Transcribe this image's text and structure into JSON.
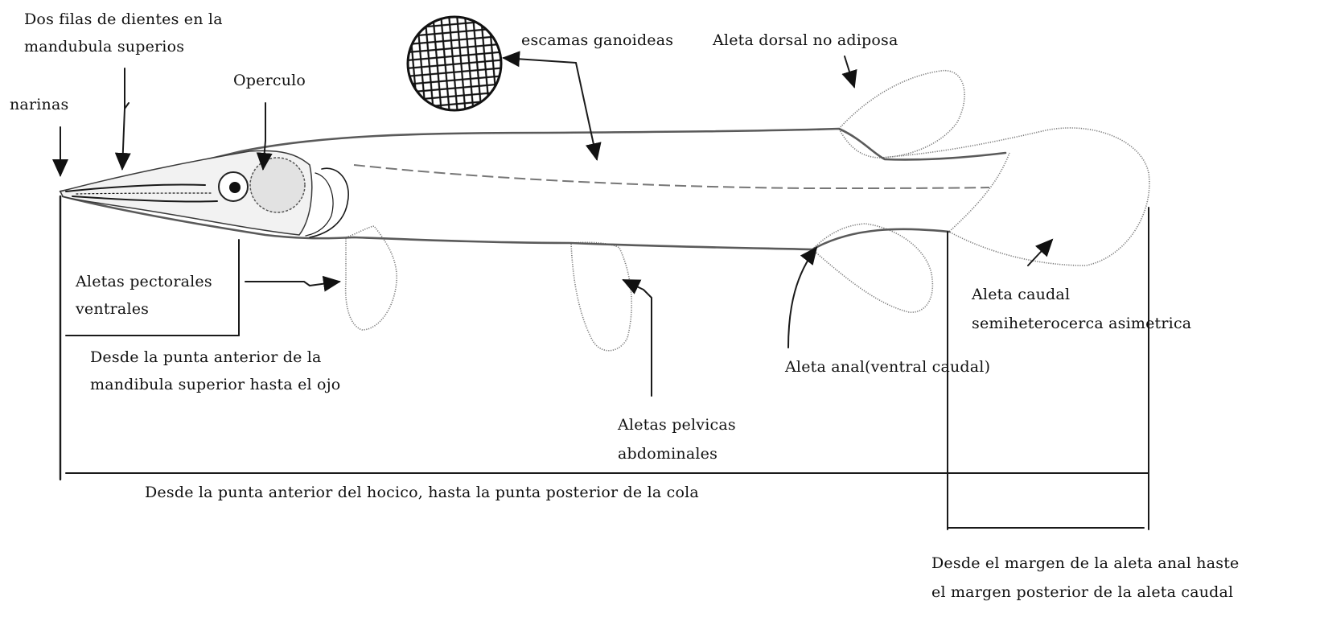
{
  "labels": {
    "teeth_line1": "Dos filas de dientes en la",
    "teeth_line2": "mandubula superios",
    "nostrils": "narinas",
    "operculum": "Operculo",
    "scales": "escamas ganoideas",
    "dorsal_fin": "Aleta dorsal no adiposa",
    "pectoral_line1": "Aletas pectorales",
    "pectoral_line2": "ventrales",
    "snout_eye_line1": "Desde la punta anterior de la",
    "snout_eye_line2": "mandibula superior hasta el ojo",
    "caudal_line1": "Aleta caudal",
    "caudal_line2": "semiheterocerca asimetrica",
    "anal_fin": "Aleta anal(ventral  caudal)",
    "pelvic_line1": "Aletas pelvicas",
    "pelvic_line2": "abdominales",
    "total_length": "Desde la punta anterior del hocico, hasta la punta posterior de la cola",
    "anal_caudal_line1": "Desde el margen de la aleta anal haste",
    "anal_caudal_line2": "el margen posterior de la aleta caudal"
  },
  "colors": {
    "ink": "#1a1a1a",
    "fin_outline": "#7a7a7a",
    "background": "#ffffff"
  }
}
